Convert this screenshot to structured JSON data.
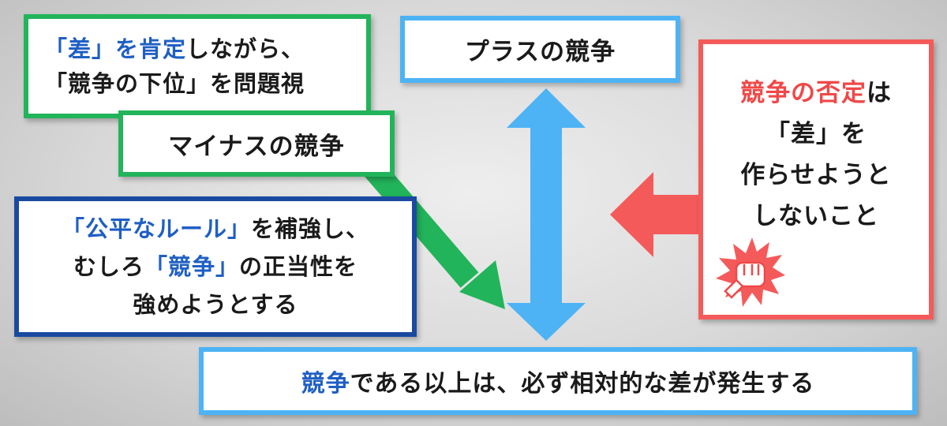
{
  "colors": {
    "green": "#22b45a",
    "light_blue": "#4db3f5",
    "navy": "#1a4aa0",
    "red": "#f55a5a",
    "highlight_blue": "#1f5fc4",
    "highlight_red": "#f04848"
  },
  "top_left_box": {
    "line1_highlight": "「差」を肯定",
    "line1_rest": "しながら、",
    "line2": "「競争の下位」を問題視"
  },
  "minus_box": {
    "label": "マイナスの競争"
  },
  "plus_box": {
    "label": "プラスの競争"
  },
  "fair_rules_box": {
    "line1_highlight": "「公平なルール」",
    "line1_rest": "を補強し、",
    "line2_pre": "むしろ",
    "line2_highlight": "「競争」",
    "line2_rest": "の正当性を",
    "line3": "強めようとする"
  },
  "denial_box": {
    "line1_highlight": "競争の否定",
    "line1_rest": "は",
    "line2": "「差」を",
    "line3": "作らせようと",
    "line4": "しないこと",
    "icon": "fist-icon"
  },
  "bottom_box": {
    "highlight": "競争",
    "rest": "である以上は、必ず相対的な差が発生する"
  }
}
